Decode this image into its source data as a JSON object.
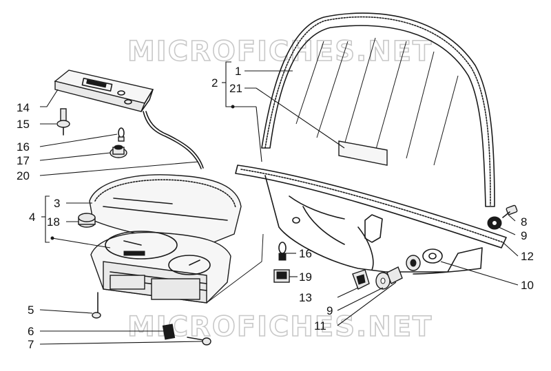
{
  "watermark": {
    "top": "MICROFICHES.NET",
    "bottom": "MICROFICHES.NET"
  },
  "callouts": {
    "c1": "1",
    "c2": "2",
    "c21": "21",
    "c3": "3",
    "c4": "4",
    "c18": "18",
    "c5": "5",
    "c6": "6",
    "c7": "7",
    "c8": "8",
    "c9a": "9",
    "c9b": "9",
    "c10": "10",
    "c11": "11",
    "c12": "12",
    "c13": "13",
    "c14": "14",
    "c15": "15",
    "c16a": "16",
    "c16b": "16",
    "c17": "17",
    "c19": "19",
    "c20": "20"
  },
  "colors": {
    "ink": "#1a1a1a",
    "watermark": "#c8c8c8",
    "background": "#ffffff"
  }
}
